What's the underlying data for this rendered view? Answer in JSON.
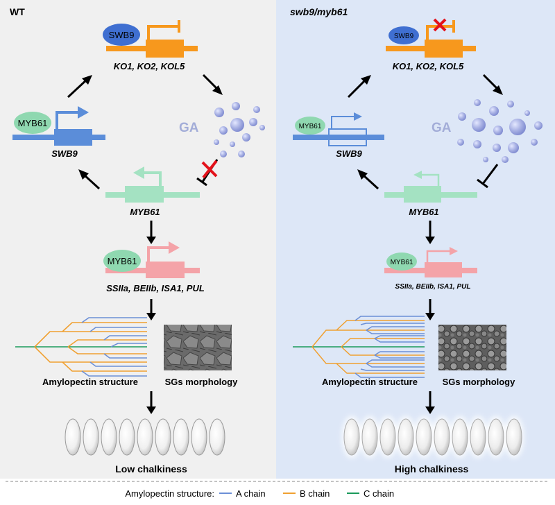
{
  "panels": {
    "wt": {
      "title": "WT",
      "genes": {
        "kos": "KO1, KO2, KOL5",
        "swb9": "SWB9",
        "myb61": "MYB61",
        "ssiia": "SSIIa, BEIIb, ISA1, PUL"
      },
      "proteins": {
        "swb9": "SWB9",
        "myb61_a": "MYB61",
        "myb61_b": "MYB61"
      },
      "ga": "GA",
      "amylopectin_label": "Amylopectin structure",
      "sgs_label": "SGs morphology",
      "outcome": "Low chalkiness"
    },
    "mutant": {
      "title": "swb9/myb61",
      "genes": {
        "kos": "KO1, KO2, KOL5",
        "swb9": "SWB9",
        "myb61": "MYB61",
        "ssiia": "SSIIa, BEIIb, ISA1, PUL"
      },
      "proteins": {
        "swb9": "SWB9",
        "myb61_a": "MYB61",
        "myb61_b": "MYB61"
      },
      "ga": "GA",
      "amylopectin_label": "Amylopectin structure",
      "sgs_label": "SGs morphology",
      "outcome": "High chalkiness"
    }
  },
  "legend": {
    "title": "Amylopectin structure:",
    "items": [
      {
        "label": "A chain",
        "color": "#6b8fd6"
      },
      {
        "label": "B chain",
        "color": "#f0a030"
      },
      {
        "label": "C chain",
        "color": "#1a9a5a"
      }
    ]
  },
  "colors": {
    "left_bg": "#f0f0f0",
    "right_bg": "#dde7f7",
    "orange": "#f7981d",
    "blue": "#5b8dd9",
    "green": "#8fd8b0",
    "pink": "#f4a3a8",
    "ga": "#9ea8dd",
    "red": "#e3121b"
  },
  "icons": {
    "inhibit_blocked": "red-x-icon"
  }
}
